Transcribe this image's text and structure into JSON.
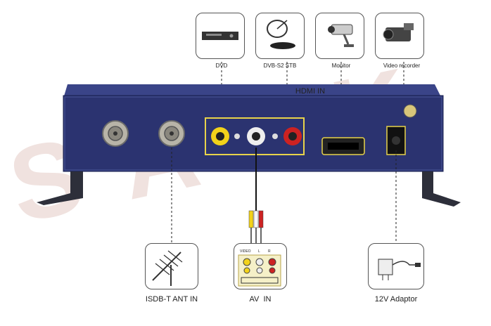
{
  "devices_top": [
    {
      "name": "DVD",
      "icon": "dvd-player-icon"
    },
    {
      "name": "DVB-S2 STB",
      "icon": "satellite-dish-icon"
    },
    {
      "name": "Monitor",
      "icon": "security-camera-icon"
    },
    {
      "name": "Video recorder",
      "icon": "camcorder-icon"
    }
  ],
  "hdmi_label": "HDMI IN",
  "watermark": "SATK",
  "bottom_devices": [
    {
      "name": "ISDB-T ANT IN",
      "icon": "antenna-icon"
    },
    {
      "name": "AV  IN",
      "icon": "av-cable-icon"
    },
    {
      "name": "12V Adaptor",
      "icon": "power-adaptor-icon"
    }
  ],
  "av_panel_labels": {
    "video": "VIDEO",
    "l": "L",
    "r": "R"
  },
  "colors": {
    "device_body": "#2b3370",
    "rca_yellow": "#f2d21a",
    "rca_white": "#eeeeee",
    "rca_red": "#cc2222",
    "connector_outline": "#e8d34a",
    "watermark": "#c8968c"
  }
}
